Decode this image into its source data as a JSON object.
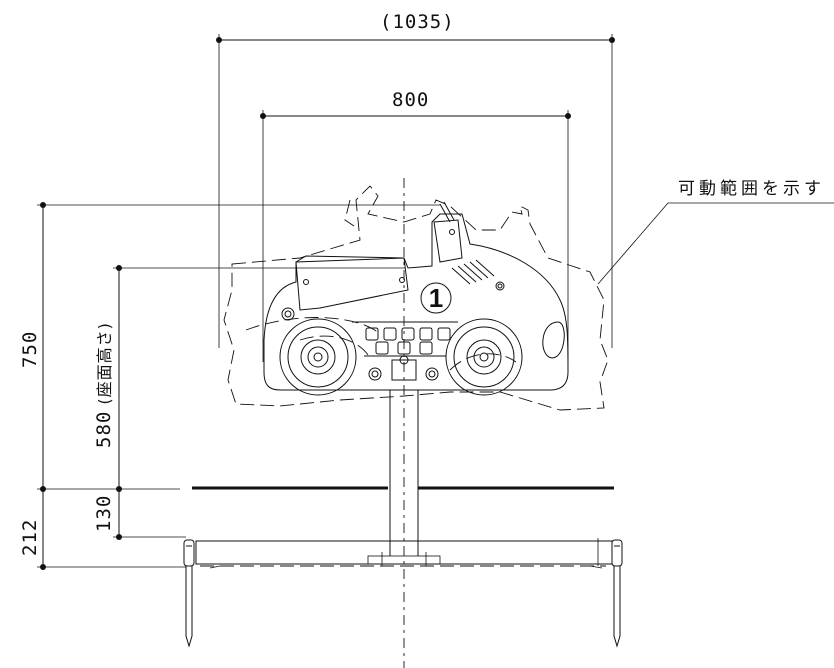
{
  "dimensions": {
    "overall_width": "(1035)",
    "body_width": "800",
    "total_height": "750",
    "seat_height": "580",
    "seat_height_note": "(座面高さ)",
    "ground_to_base": "130",
    "base_depth": "212"
  },
  "annotation": {
    "range_of_motion": "可動範囲を示す"
  },
  "car_number": "1"
}
